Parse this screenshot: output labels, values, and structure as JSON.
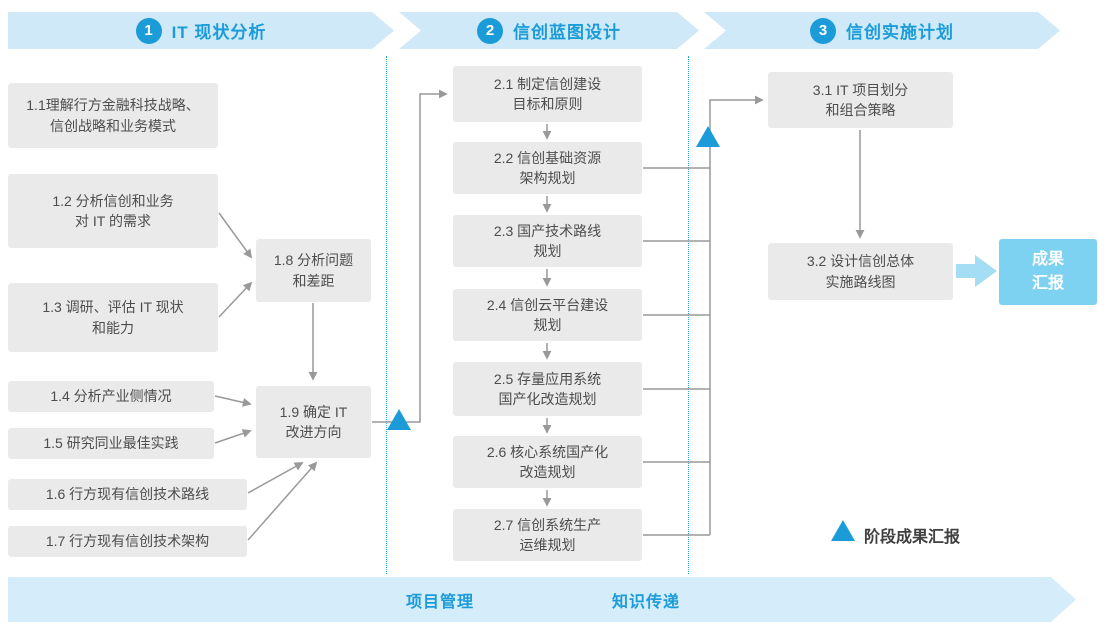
{
  "phases": [
    {
      "number": "1",
      "title": "IT 现状分析"
    },
    {
      "number": "2",
      "title": "信创蓝图设计"
    },
    {
      "number": "3",
      "title": "信创实施计划"
    }
  ],
  "boxes": {
    "b11": "1.1理解行方金融科技战略、\n信创战略和业务模式",
    "b12": "1.2 分析信创和业务\n对 IT 的需求",
    "b13": "1.3 调研、评估 IT 现状\n和能力",
    "b14": "1.4 分析产业侧情况",
    "b15": "1.5 研究同业最佳实践",
    "b16": "1.6 行方现有信创技术路线",
    "b17": "1.7 行方现有信创技术架构",
    "b18": "1.8 分析问题\n和差距",
    "b19": "1.9 确定 IT\n改进方向",
    "b21": "2.1 制定信创建设\n目标和原则",
    "b22": "2.2 信创基础资源\n架构规划",
    "b23": "2.3 国产技术路线\n规划",
    "b24": "2.4 信创云平台建设\n规划",
    "b25": "2.5 存量应用系统\n国产化改造规划",
    "b26": "2.6 核心系统国产化\n改造规划",
    "b27": "2.7 信创系统生产\n运维规划",
    "b31": "3.1 IT 项目划分\n和组合策略",
    "b32": "3.2 设计信创总体\n实施路线图"
  },
  "result": {
    "label": "成果\n汇报"
  },
  "legend": {
    "marker": "triangle-up-icon",
    "label": "阶段成果汇报"
  },
  "footer": {
    "pm": "项目管理",
    "kt": "知识传递"
  },
  "colors": {
    "accent_blue": "#1b9cd8",
    "banner_bg": "#cfe9f8",
    "node_bg": "#eaeaea",
    "node_text": "#4d4d4d",
    "result_bg": "#7ed2f1",
    "connector_gray": "#999999",
    "divider_dotted": "#2aa7e0"
  }
}
